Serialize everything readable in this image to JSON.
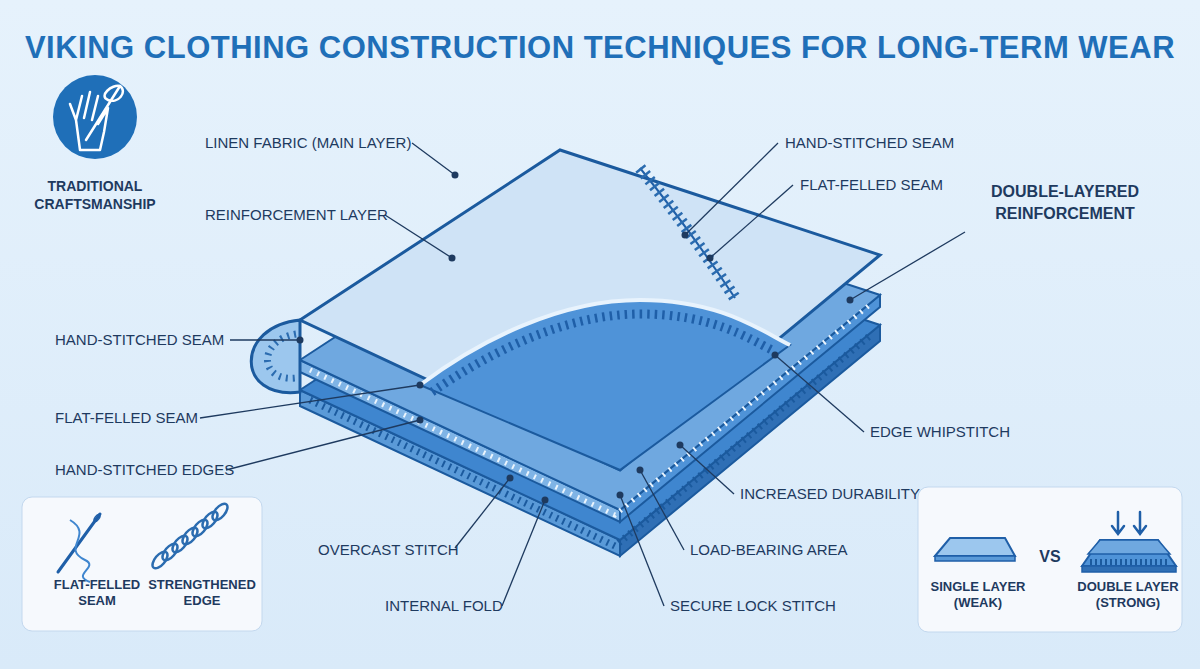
{
  "diagram": {
    "title": "VIKING CLOTHING CONSTRUCTION TECHNIQUES FOR LONG-TERM WEAR",
    "nodes": [
      {
        "text": [
          "TRADITIONAL CRAFTSMANSHIP"
        ]
      },
      {
        "text": [
          "FLAT-FELLED SEAM",
          "STRENGTHENED EDGE"
        ]
      },
      {
        "text": [
          "SINGLE LAYER (WEAK)",
          "VS",
          "DOUBLE LAYER (STRONG)"
        ]
      }
    ],
    "labels": [
      "LINEN FABRIC (MAIN LAYER)",
      "HAND-STITCHED SEAM",
      "FLAT-FELLED SEAM",
      "DOUBLE-LAYERED REINFORCEMENT",
      "REINFORCEMENT LAYER",
      "HAND-STITCHED SEAM",
      "FLAT-FELLED SEAM",
      "HAND-STITCHED EDGES",
      "EDGE WHIPSTITCH",
      "INCREASED DURABILITY",
      "OVERCAST STITCH",
      "LOAD-BEARING AREA",
      "INTERNAL FOLD",
      "SECURE LOCK STITCH"
    ]
  }
}
